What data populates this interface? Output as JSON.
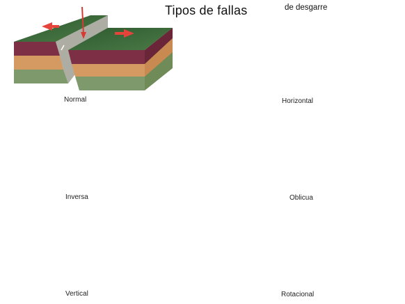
{
  "title": "Tipos de fallas",
  "subtitle": "de desgarre",
  "faults": [
    {
      "id": "normal",
      "label": "Normal"
    },
    {
      "id": "horizontal",
      "label": "Horizontal"
    },
    {
      "id": "inversa",
      "label": "Inversa"
    },
    {
      "id": "oblicua",
      "label": "Oblicua"
    },
    {
      "id": "vertical",
      "label": "Vertical"
    },
    {
      "id": "rotacional",
      "label": "Rotacional"
    }
  ],
  "colors": {
    "top": "#3f6e3c",
    "maroon": "#7c2f45",
    "orange": "#d59a62",
    "green_layer": "#7e9a6c",
    "arrow": "#e5443a"
  }
}
